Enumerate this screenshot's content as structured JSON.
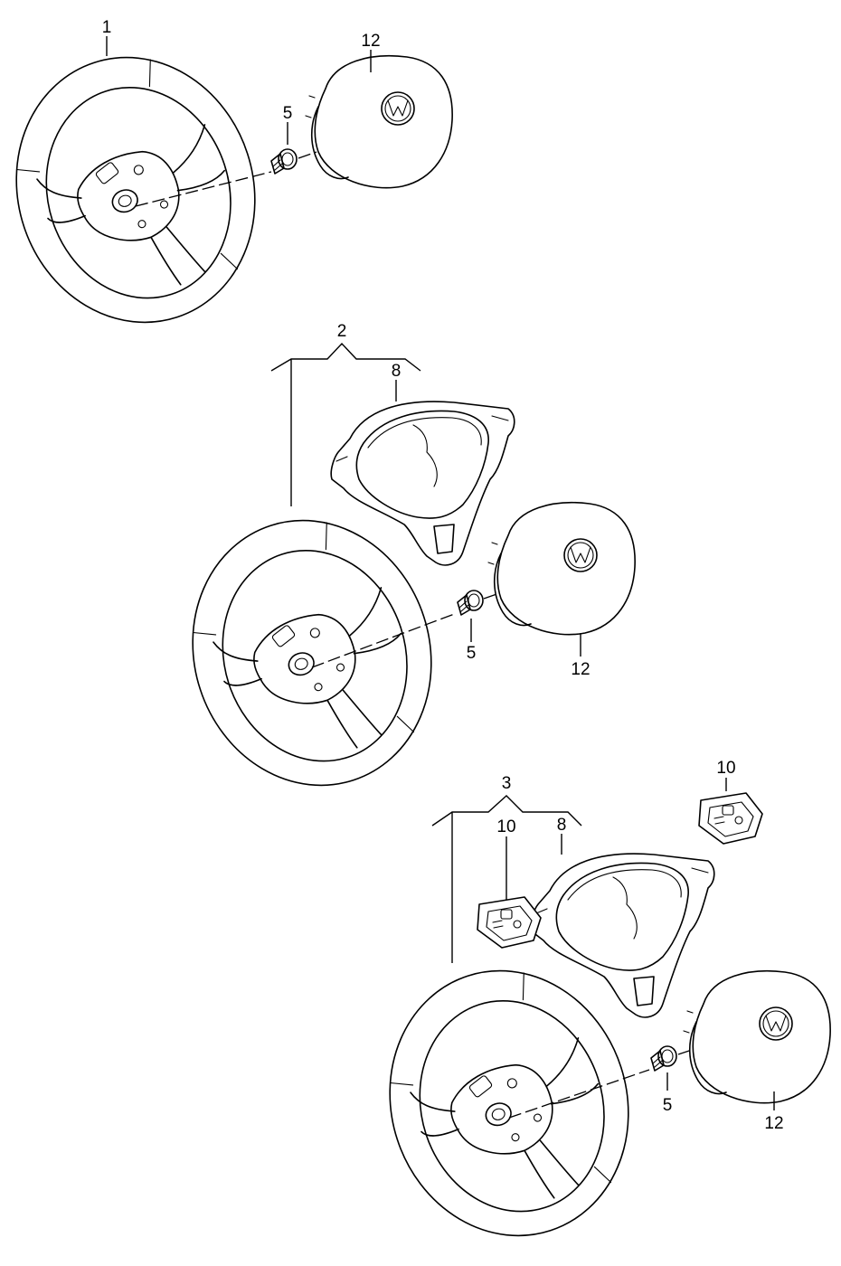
{
  "callouts": {
    "c1": "1",
    "c2": "2",
    "c3": "3",
    "c5a": "5",
    "c5b": "5",
    "c5c": "5",
    "c8a": "8",
    "c8b": "8",
    "c10a": "10",
    "c10b": "10",
    "c12a": "12",
    "c12b": "12",
    "c12c": "12"
  },
  "icons": {
    "steering_wheel": "steering-wheel-icon",
    "airbag_unit": "airbag-module-icon",
    "trim_cover": "trim-cover-icon",
    "multifunction_switch": "multifunction-switch-icon",
    "screw": "screw-icon",
    "brand_emblem": "vw-emblem-icon"
  },
  "colors": {
    "line": "#000000",
    "background": "#ffffff"
  }
}
